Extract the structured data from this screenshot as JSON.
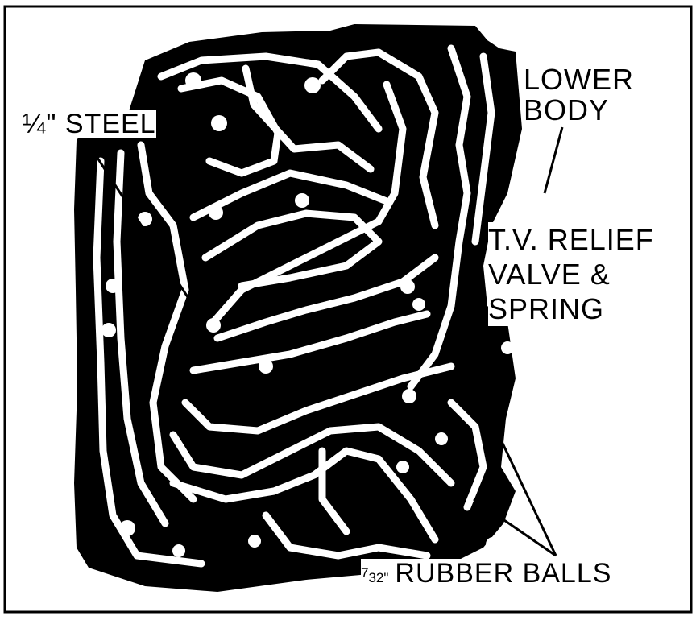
{
  "diagram": {
    "labels": {
      "steel": "¼\" STEEL",
      "lower_body_line1": "LOWER",
      "lower_body_line2": "BODY",
      "tv_relief_line1": "T.V. RELIEF",
      "tv_relief_line2": "VALVE &",
      "tv_relief_line3": "SPRING",
      "rubber_balls_numerator": "7",
      "rubber_balls_denominator": "32\"",
      "rubber_balls_rest": "RUBBER BALLS"
    },
    "colors": {
      "ink": "#000000",
      "paper": "#ffffff"
    }
  }
}
